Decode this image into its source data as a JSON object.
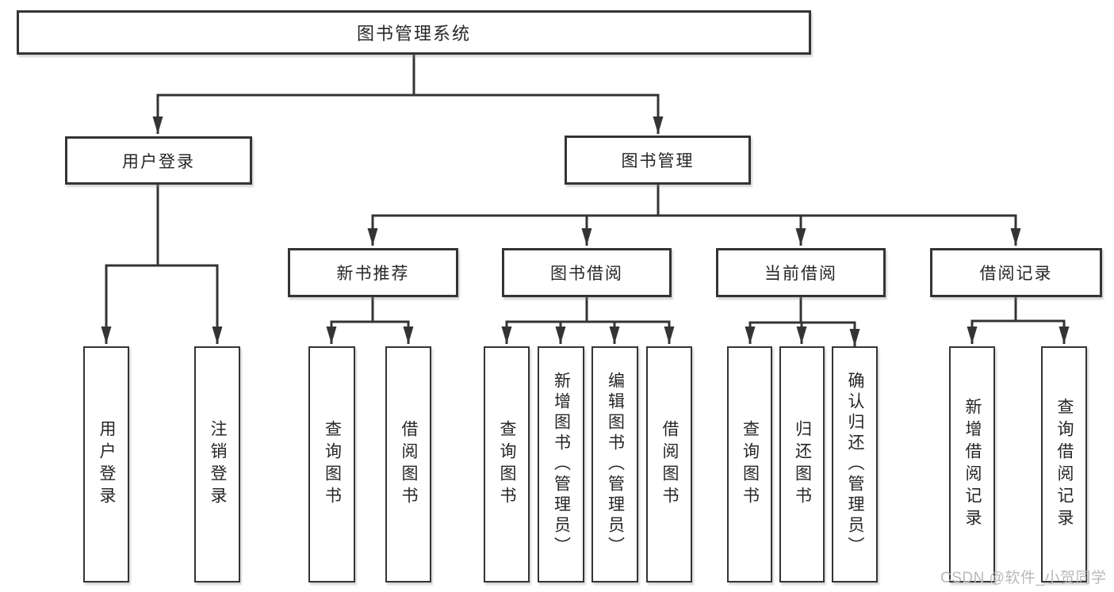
{
  "tree": {
    "root": "图书管理系统",
    "branches": [
      {
        "label": "用户登录",
        "children": [
          "用户登录",
          "注销登录"
        ]
      },
      {
        "label": "图书管理",
        "groups": [
          {
            "label": "新书推荐",
            "children": [
              "查询图书",
              "借阅图书"
            ]
          },
          {
            "label": "图书借阅",
            "children": [
              "查询图书",
              "新增图书（管理员）",
              "编辑图书（管理员）",
              "借阅图书"
            ]
          },
          {
            "label": "当前借阅",
            "children": [
              "查询图书",
              "归还图书",
              "确认归还（管理员）"
            ]
          },
          {
            "label": "借阅记录",
            "children": [
              "新增借阅记录",
              "查询借阅记录"
            ]
          }
        ]
      }
    ]
  },
  "watermark": "CSDN @软件_小贺同学",
  "colors": {
    "line": "#343434",
    "box_border": "#343434",
    "box_fill": "#ffffff",
    "text": "#262626",
    "watermark": "#b9b9b9"
  }
}
